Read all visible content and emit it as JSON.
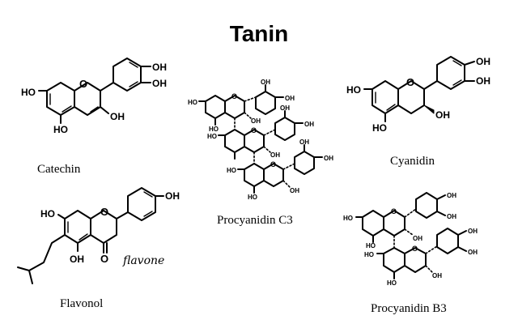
{
  "title": "Tanin",
  "compounds": [
    {
      "name": "Catechin"
    },
    {
      "name": "Procyanidin C3"
    },
    {
      "name": "Cyanidin"
    },
    {
      "name": "Flavonol",
      "handwritten_note": "flavone"
    },
    {
      "name": "Procyanidin B3"
    }
  ],
  "atom_labels": {
    "oh": "OH",
    "ho": "HO",
    "o": "O",
    "ho_lower": "Ho",
    "h_only": "HO"
  }
}
